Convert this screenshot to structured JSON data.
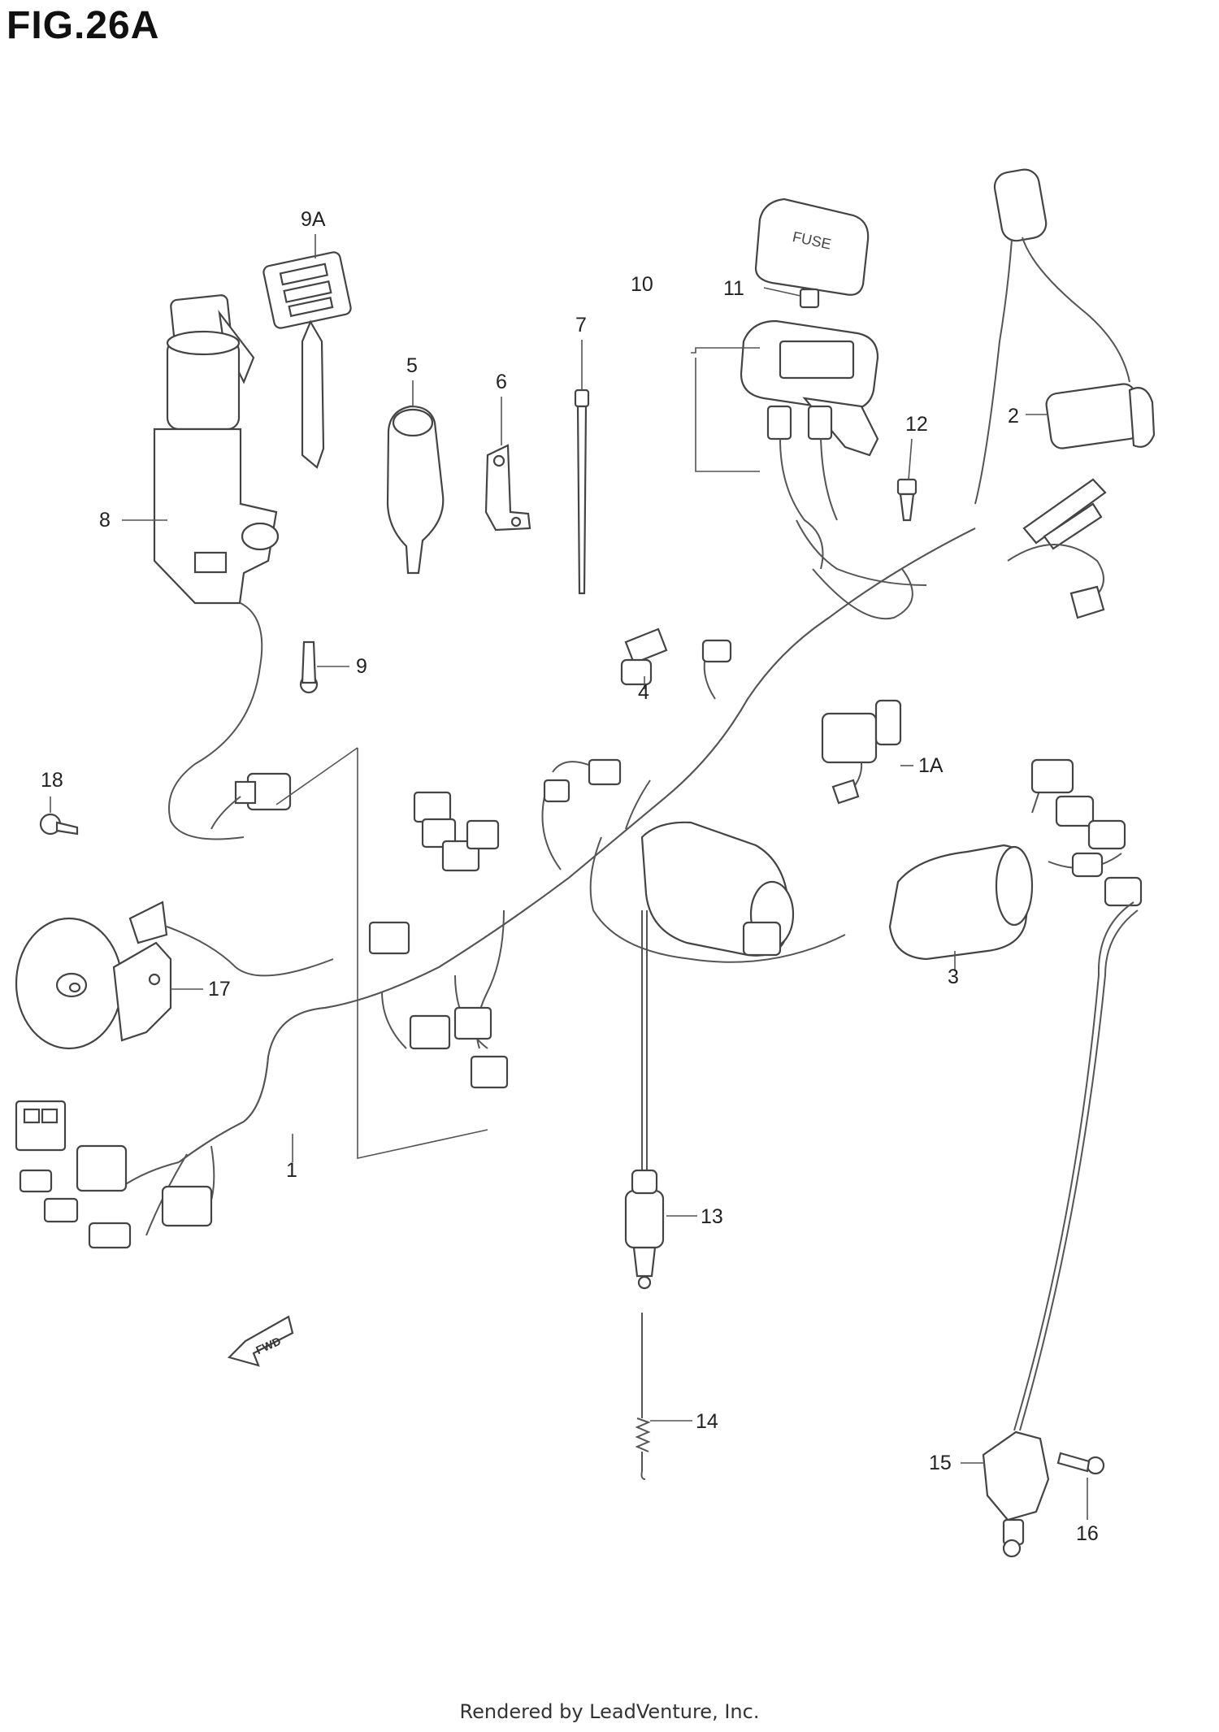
{
  "figure": {
    "title": "FIG.26A",
    "footer": "Rendered by LeadVenture, Inc.",
    "fwd_label": "FWD"
  },
  "callouts": [
    "9A",
    "5",
    "6",
    "7",
    "10",
    "11",
    "12",
    "2",
    "8",
    "9",
    "4",
    "1A",
    "18",
    "17",
    "3",
    "1",
    "13",
    "14",
    "15",
    "16"
  ]
}
